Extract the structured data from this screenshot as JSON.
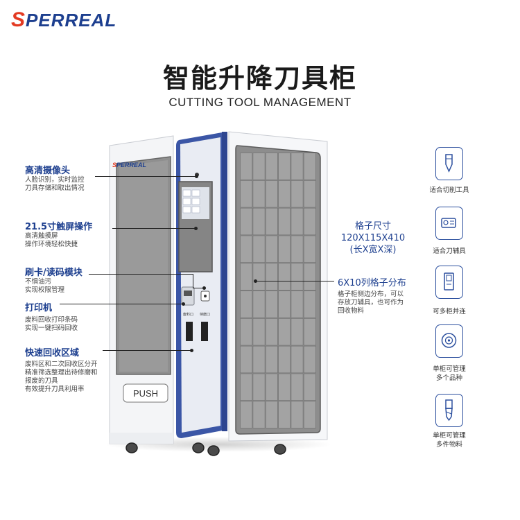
{
  "brand": {
    "first_letter": "S",
    "rest": "PERREAL"
  },
  "header": {
    "title": "智能升降刀具柜",
    "subtitle": "CUTTING TOOL MANAGEMENT"
  },
  "cabinet": {
    "logo": {
      "first_letter": "S",
      "rest": "PERREAL"
    },
    "push_label": "PUSH",
    "slot_left_label": "废料口",
    "slot_right_label": "待磨口",
    "grid_columns": 6,
    "grid_rows": 10
  },
  "features_left": [
    {
      "title": "高清摄像头",
      "desc": [
        "人脸识别，实时监控",
        "刀具存储和取出情况"
      ]
    },
    {
      "title": "21.5寸触屏操作",
      "desc": [
        "高清触摸屏",
        "操作环境轻松快捷"
      ]
    },
    {
      "title": "刷卡/读码模块",
      "desc": [
        "不惧油污",
        "实现权限管理"
      ]
    },
    {
      "title": "打印机",
      "desc": [
        "废料回收打印条码",
        "实现一键扫码回收"
      ]
    },
    {
      "title": "快速回收区域",
      "desc": [
        "废料区和二次回收区分开",
        "精准筛选整理出待修磨和",
        "报废的刀具",
        "有效提升刀具利用率"
      ]
    }
  ],
  "features_right": {
    "grid_size": {
      "line1": "格子尺寸",
      "line2": "120X115X410",
      "line3": "(长X宽X深)"
    },
    "grid_layout": {
      "title": "6X10列格子分布",
      "desc": [
        "格子柜侧边分布，可以",
        "存放刀辅具，也可作为",
        "回收物料"
      ]
    }
  },
  "icons": [
    {
      "name": "cutting-tool-icon",
      "label": [
        "适合切削工具"
      ]
    },
    {
      "name": "tool-holder-icon",
      "label": [
        "适合刀辅具"
      ]
    },
    {
      "name": "multi-cabinet-icon",
      "label": [
        "可多柜并连"
      ]
    },
    {
      "name": "bearing-icon",
      "label": [
        "单柜可管理",
        "多个品种"
      ]
    },
    {
      "name": "end-mill-icon",
      "label": [
        "单柜可管理",
        "多件物料"
      ]
    }
  ],
  "colors": {
    "brand_blue": "#1d3f8f",
    "brand_red": "#e33a22",
    "panel_blue": "#3b56a6",
    "glass": "#8a8a8a"
  }
}
